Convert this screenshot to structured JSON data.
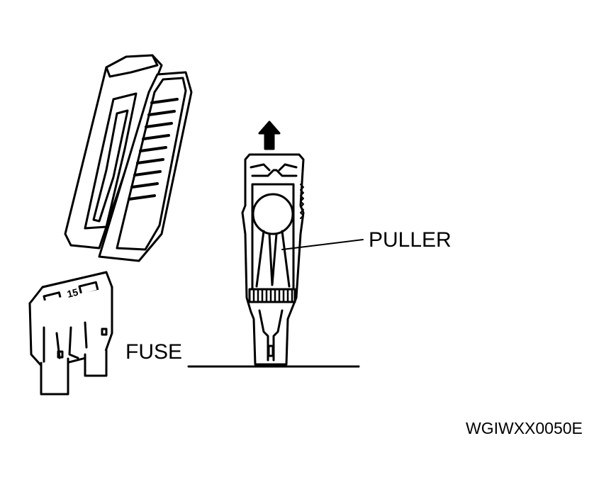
{
  "labels": {
    "puller": "PULLER",
    "fuse": "FUSE",
    "figure_code": "WGIWXX0050E"
  },
  "fuse_marking": "15",
  "colors": {
    "ink": "#000000",
    "paper": "#ffffff"
  }
}
